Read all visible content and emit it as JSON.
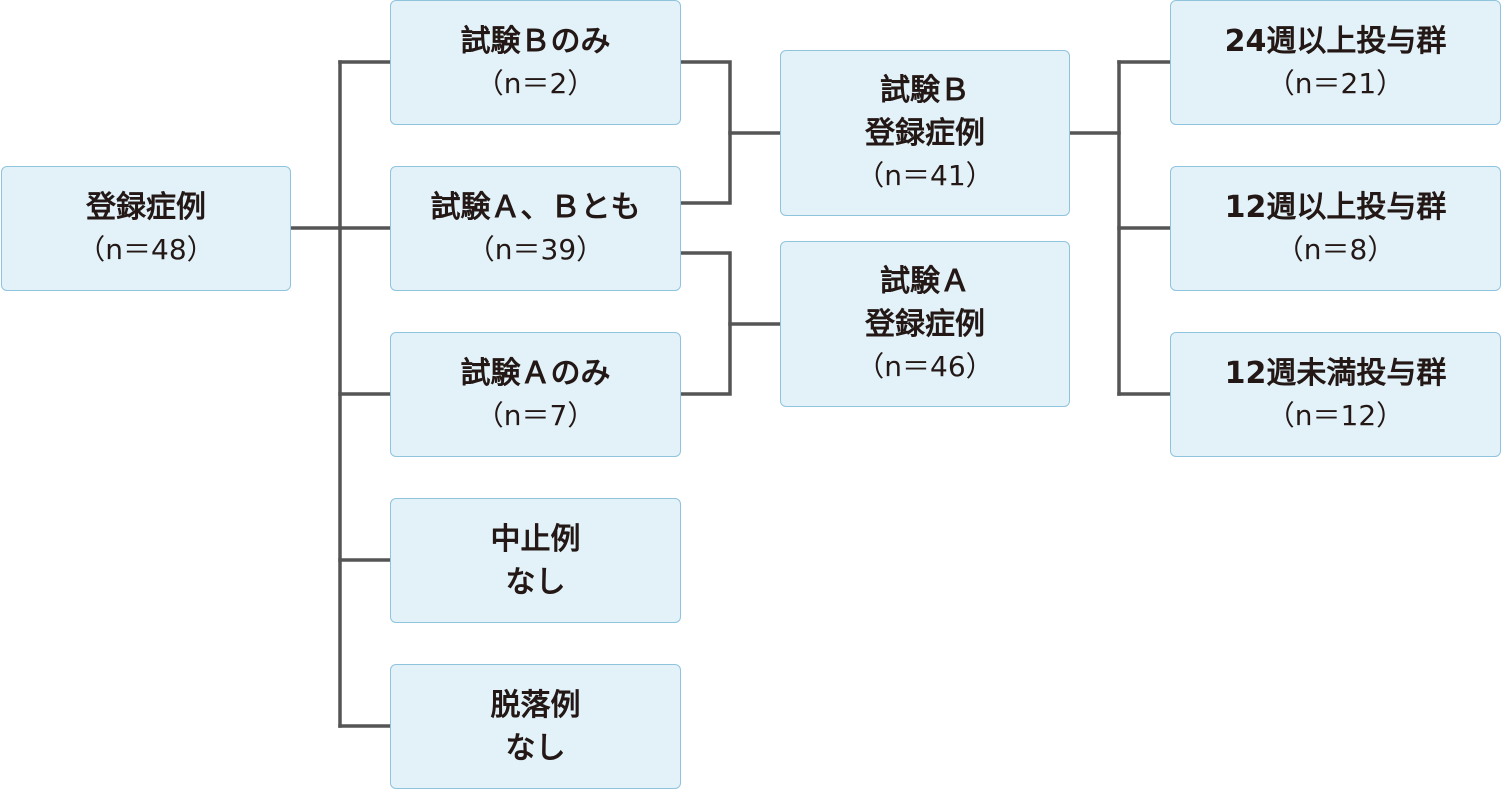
{
  "colors": {
    "box_fill": "#e3f2f9",
    "box_border": "#8fc3de",
    "connector": "#555555",
    "text": "#231815"
  },
  "nodes": {
    "registered_all": {
      "lines": [
        "登録症例"
      ],
      "count": "（n＝48）"
    },
    "trial_b_only": {
      "lines": [
        "試験Ｂのみ"
      ],
      "count": "（n＝2）"
    },
    "trial_a_and_b": {
      "lines": [
        "試験Ａ、Ｂとも"
      ],
      "count": "（n＝39）"
    },
    "trial_a_only": {
      "lines": [
        "試験Ａのみ"
      ],
      "count": "（n＝7）"
    },
    "discontinued": {
      "lines": [
        "中止例",
        "なし"
      ]
    },
    "dropout": {
      "lines": [
        "脱落例",
        "なし"
      ]
    },
    "trial_b_registered": {
      "lines": [
        "試験Ｂ",
        "登録症例"
      ],
      "count": "（n＝41）"
    },
    "trial_a_registered": {
      "lines": [
        "試験Ａ",
        "登録症例"
      ],
      "count": "（n＝46）"
    },
    "group_24w_plus": {
      "lines": [
        "24週以上投与群"
      ],
      "count": "（n＝21）"
    },
    "group_12w_plus": {
      "lines": [
        "12週以上投与群"
      ],
      "count": "（n＝8）"
    },
    "group_under_12w": {
      "lines": [
        "12週未満投与群"
      ],
      "count": "（n＝12）"
    }
  }
}
